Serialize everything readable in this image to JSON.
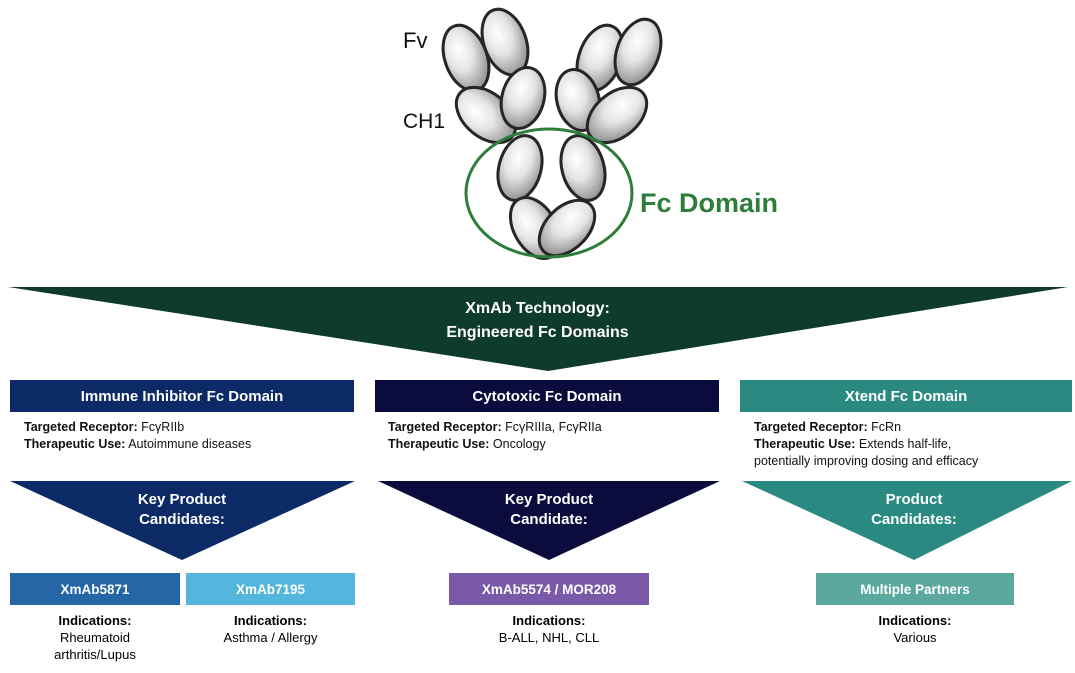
{
  "antibody": {
    "fv_label": "Fv",
    "ch1_label": "CH1",
    "fc_label": "Fc Domain"
  },
  "banner": {
    "line1": "XmAb Technology:",
    "line2": "Engineered Fc Domains"
  },
  "columns": [
    {
      "header": "Immune Inhibitor Fc Domain",
      "receptor_label": "Targeted Receptor:",
      "receptor_value": "FcγRIIb",
      "use_label": "Therapeutic Use:",
      "use_value": "Autoimmune diseases",
      "use_value_line2": "",
      "triangle_line1": "Key Product",
      "triangle_line2": "Candidates:"
    },
    {
      "header": "Cytotoxic Fc Domain",
      "receptor_label": "Targeted Receptor:",
      "receptor_value": "FcγRIIIa, FcγRIIa",
      "use_label": "Therapeutic Use:",
      "use_value": "Oncology",
      "use_value_line2": "",
      "triangle_line1": "Key Product",
      "triangle_line2": "Candidate:"
    },
    {
      "header": "Xtend Fc Domain",
      "receptor_label": "Targeted Receptor:",
      "receptor_value": "FcRn",
      "use_label": "Therapeutic Use:",
      "use_value": "Extends half-life,",
      "use_value_line2": "potentially improving dosing and efficacy",
      "triangle_line1": "Product",
      "triangle_line2": "Candidates:"
    }
  ],
  "candidates": [
    {
      "name": "XmAb5871",
      "ind_title": "Indications:",
      "ind_line1": "Rheumatoid",
      "ind_line2": "arthritis/Lupus"
    },
    {
      "name": "XmAb7195",
      "ind_title": "Indications:",
      "ind_line1": "Asthma / Allergy",
      "ind_line2": ""
    },
    {
      "name": "XmAb5574 / MOR208",
      "ind_title": "Indications:",
      "ind_line1": "B-ALL, NHL, CLL",
      "ind_line2": ""
    },
    {
      "name": "Multiple Partners",
      "ind_title": "Indications:",
      "ind_line1": "Various",
      "ind_line2": ""
    }
  ],
  "colors": {
    "fc_green": "#2e7d3a",
    "banner_green": "#0f3b2a",
    "inhibitor_navy": "#0b2a66",
    "cytotoxic_navy": "#0b0b3e",
    "xtend_teal": "#2a8a82",
    "cand_5871": "#2466a6",
    "cand_7195": "#55b6dd",
    "cand_5574": "#7a5aa8",
    "cand_partners": "#5aa89e"
  }
}
